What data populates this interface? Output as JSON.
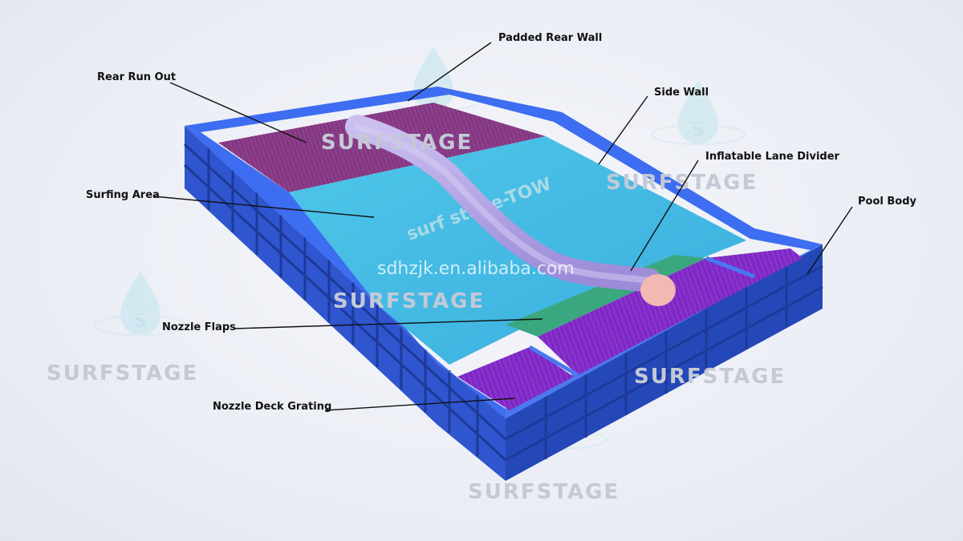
{
  "labels": {
    "padded_rear_wall": "Padded Rear Wall",
    "rear_run_out": "Rear Run Out",
    "side_wall": "Side Wall",
    "inflatable_lane_divider": "Inflatable Lane Divider",
    "surfing_area": "Surfing Area",
    "pool_body": "Pool Body",
    "nozzle_flaps": "Nozzle Flaps",
    "nozzle_deck_grating": "Nozzle Deck Grating"
  },
  "watermark": {
    "brand": "SURFSTAGE",
    "logo_letter": "S",
    "website": "sdhzjk.en.alibaba.com"
  },
  "surface_text": "surf stage-TOW",
  "colors": {
    "pool_wall": "#2d56d8",
    "pool_rim": "#3d6df0",
    "surfing_area": "#49bfe6",
    "rear_run_out": "#8e3f8a",
    "nozzle_flaps": "#3aa77f",
    "deck_grating": "#8a32d0",
    "lane_divider": "#b7a8e4",
    "divider_tip": "#f2b8b4",
    "watermark": "#c4c9d6"
  }
}
